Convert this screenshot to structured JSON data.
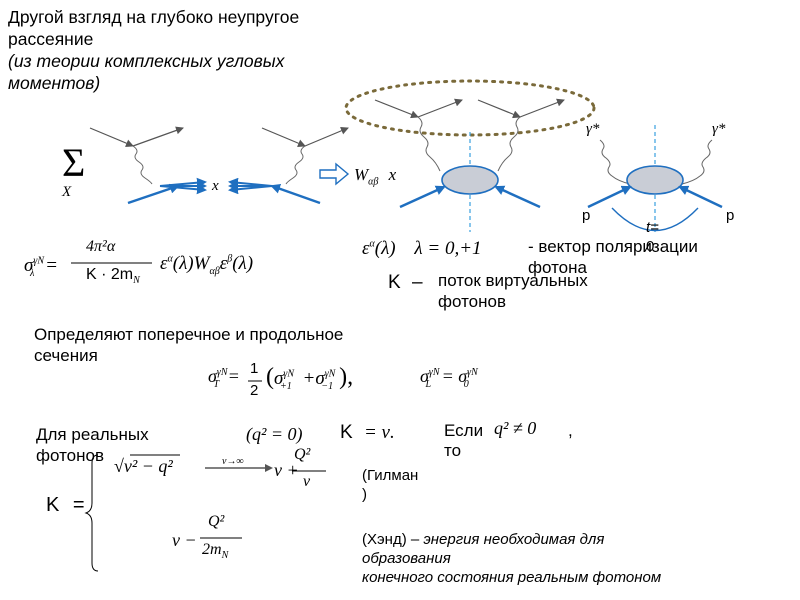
{
  "title": {
    "line1": "Другой взгляд на глубоко неупругое",
    "line2": "рассеяние",
    "line3": "(из теории комплексных угловых",
    "line4": "моментов)"
  },
  "diagram": {
    "sum_sub": "X",
    "x_label": "x",
    "w_label": "W",
    "w_sub": "αβ",
    "w_arg": "x",
    "gamma_left": "γ*",
    "gamma_right": "γ*",
    "p_left": "p",
    "p_right": "p",
    "t_label": "t=",
    "t_value": "0"
  },
  "formula1": {
    "sigma": "σ",
    "sup": "γN",
    "sub": "λ",
    "eq": "=",
    "num": "4π²α",
    "den": "K · 2m",
    "den_sub": "N",
    "rhs": "ε",
    "rhs_sup": "α",
    "rhs_rest": "(λ)W",
    "w_sub": "αβ",
    "rhs_end": "ε",
    "rhs_end_sup": "β",
    "rhs_arg": "(λ)"
  },
  "polarization": {
    "eps": "ε",
    "eps_sup": "α",
    "eps_arg": "(λ)",
    "lambda": "λ = 0,+1",
    "desc": "- вектор поляризации фотона"
  },
  "flux": {
    "k": "K",
    "dash": "–",
    "desc_line1": "поток виртуальных",
    "desc_line2": "фотонов"
  },
  "section2": {
    "line1": "Определяют поперечное и продольное",
    "line2": "сечения",
    "formula_T": "σ",
    "formula_T_sub": "T",
    "formula_T_sup": "γN",
    "eq": "=",
    "half_num": "1",
    "half_den": "2",
    "par_open": "(",
    "s1": "σ",
    "s1_sup": "γN",
    "s1_sub": "+1",
    "plus": "+",
    "s2": "σ",
    "s2_sup": "γN",
    "s2_sub": "−1",
    "par_close": "),",
    "formula_L": "σ",
    "formula_L_sub": "L",
    "formula_L_sup": "γN",
    "eq2": "=",
    "s0": "σ",
    "s0_sup": "γN",
    "s0_sub": "0"
  },
  "real": {
    "line1": "Для реальных",
    "line2": "фотонов",
    "cond": "(q² = 0)",
    "k": "K",
    "k_eq": "= ν.",
    "if": "Если",
    "then": "то",
    "q_cond": "q² ≠ 0",
    "comma": ","
  },
  "kdef": {
    "k": "K",
    "eq": "=",
    "sqrt": "√",
    "sqrt_arg": "ν² − q²",
    "arrow_label": "ν→∞",
    "approx1": "ν +",
    "q2": "Q²",
    "nu": "ν",
    "minus": "ν −",
    "q2b": "Q²",
    "den2": "2m",
    "den2_sub": "N"
  },
  "notes": {
    "gilman_line1": "(Гилман",
    "gilman_line2": ")",
    "hand_prefix": "(Хэнд) –",
    "hand_italic1": "энергия необходимая для",
    "hand_italic2": "образования",
    "hand_italic3": "конечного состояния реальным фотоном"
  },
  "colors": {
    "arrow_blue": "#1f6fc0",
    "ellipse_fill": "#c9cdd6",
    "dotted_oval": "#7a6a3a",
    "cut_line": "#3aa0e0",
    "gray_arrow": "#555555",
    "text": "#000000"
  }
}
